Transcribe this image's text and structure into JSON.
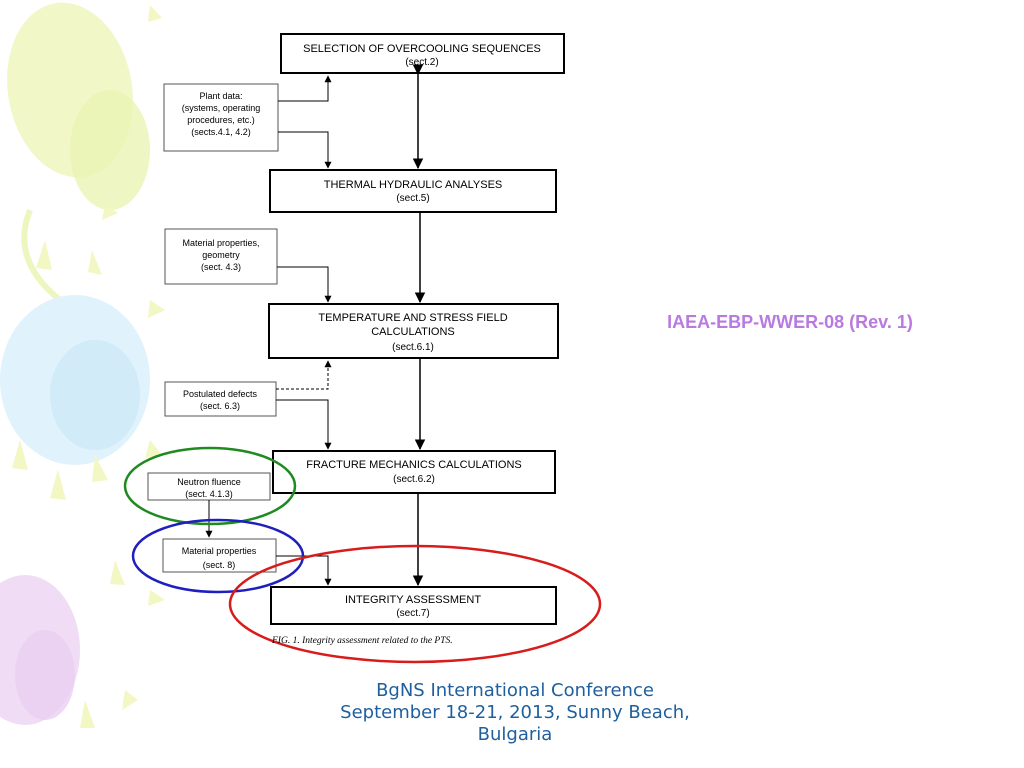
{
  "boxes": {
    "selection": {
      "title": "SELECTION OF OVERCOOLING SEQUENCES",
      "ref": "(sect.2)"
    },
    "thermal": {
      "title": "THERMAL HYDRAULIC ANALYSES",
      "ref": "(sect.5)"
    },
    "temperature": {
      "line1": "TEMPERATURE AND STRESS FIELD",
      "line2": "CALCULATIONS",
      "ref": "(sect.6.1)"
    },
    "fracture": {
      "title": "FRACTURE MECHANICS CALCULATIONS",
      "ref": "(sect.6.2)"
    },
    "integrity": {
      "title": "INTEGRITY ASSESSMENT",
      "ref": "(sect.7)"
    }
  },
  "inputs": {
    "plant_data": {
      "line1": "Plant data:",
      "line2": "(systems, operating",
      "line3": "procedures, etc.)",
      "line4": "(sects.4.1, 4.2)"
    },
    "material_geometry": {
      "line1": "Material properties,",
      "line2": "geometry",
      "line3": "(sect. 4.3)"
    },
    "postulated_defects": {
      "line1": "Postulated defects",
      "line2": "(sect. 6.3)"
    },
    "neutron_fluence": {
      "line1": "Neutron fluence",
      "line2": "(sect. 4.1.3)"
    },
    "material_properties": {
      "line1": "Material properties",
      "line2": "(sect. 8)"
    }
  },
  "caption": "FIG. 1. Integrity assessment related to the PTS.",
  "side_title": "IAEA-EBP-WWER-08 (Rev. 1)",
  "footer": {
    "line1": "BgNS International Conference",
    "line2": "September 18-21, 2013, Sunny Beach,",
    "line3": "Bulgaria"
  },
  "highlight_colors": {
    "green": "#1f8a1f",
    "blue": "#1f1fbf",
    "red": "#d81c1c"
  },
  "accent_colors": {
    "side_title": "#b87ae0",
    "footer": "#1f5f9e"
  }
}
